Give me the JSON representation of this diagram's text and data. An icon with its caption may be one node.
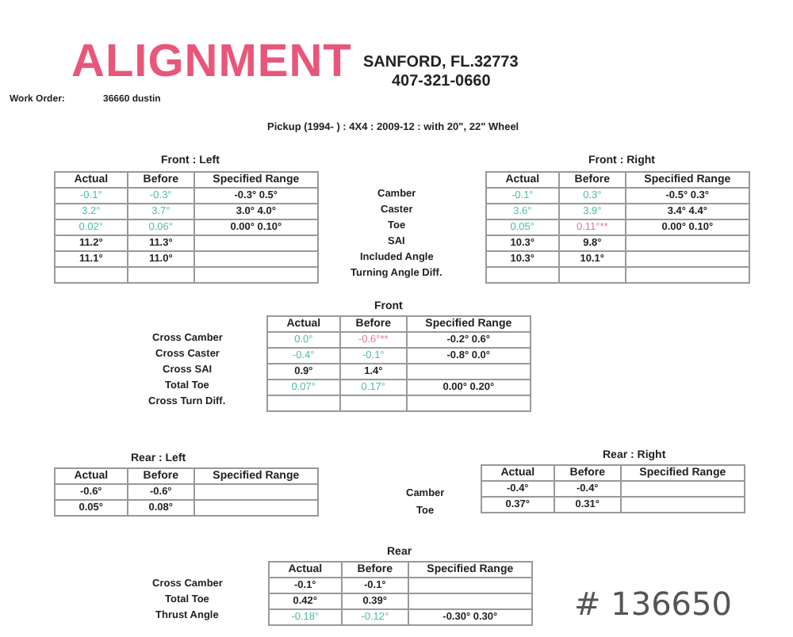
{
  "diagram": {
    "title": "ALIGNMENT",
    "labels": [
      "SANFORD, FL.32773",
      "407-321-0660",
      "Work Order:",
      "36660 dustin",
      "Pickup (1994- ) : 4X4 : 2009-12 : with 20\", 22\" Wheel",
      "Front : Left",
      "Front : Right",
      "Actual",
      "Before",
      "Specified Range",
      "-0.1°",
      "-0.3°",
      "-0.3° 0.5°",
      "3.2°",
      "3.7°",
      "3.0° 4.0°",
      "0.02°",
      "0.06°",
      "0.00° 0.10°",
      "11.2°",
      "11.3°",
      "11.1°",
      "11.0°",
      "Camber",
      "Caster",
      "Toe",
      "SAI",
      "Included Angle",
      "Turning Angle Diff.",
      "Actual",
      "Before",
      "Specified Range",
      "-0.1°",
      "0.3°",
      "-0.5° 0.3°",
      "3.6°",
      "3.9°",
      "3.4° 4.4°",
      "0.05°",
      "0.11°**",
      "0.00° 0.10°",
      "10.3°",
      "9.8°",
      "10.3°",
      "10.1°",
      "Front",
      "Cross Camber",
      "Cross Caster",
      "Cross SAI",
      "Total Toe",
      "Cross Turn Diff.",
      "Actual",
      "Before",
      "Specified Range",
      "0.0°",
      "-0.6°**",
      "-0.2° 0.6°",
      "-0.4°",
      "-0.1°",
      "-0.8° 0.0°",
      "0.9°",
      "1.4°",
      "0.07°",
      "0.17°",
      "0.00° 0.20°",
      "Rear : Left",
      "Rear : Right",
      "Actual",
      "Before",
      "Specified Range",
      "-0.6°",
      "-0.6°",
      "0.05°",
      "0.08°",
      "Camber",
      "Toe",
      "Actual",
      "Before",
      "Specified Range",
      "-0.4°",
      "-0.4°",
      "0.37°",
      "0.31°",
      "Rear",
      "Cross Camber",
      "Total Toe",
      "Thrust Angle",
      "Actual",
      "Before",
      "Specified Range",
      "-0.1°",
      "-0.1°",
      "0.42°",
      "0.39°",
      "-0.18°",
      "-0.12°",
      "-0.30° 0.30°",
      "# 136650"
    ]
  }
}
